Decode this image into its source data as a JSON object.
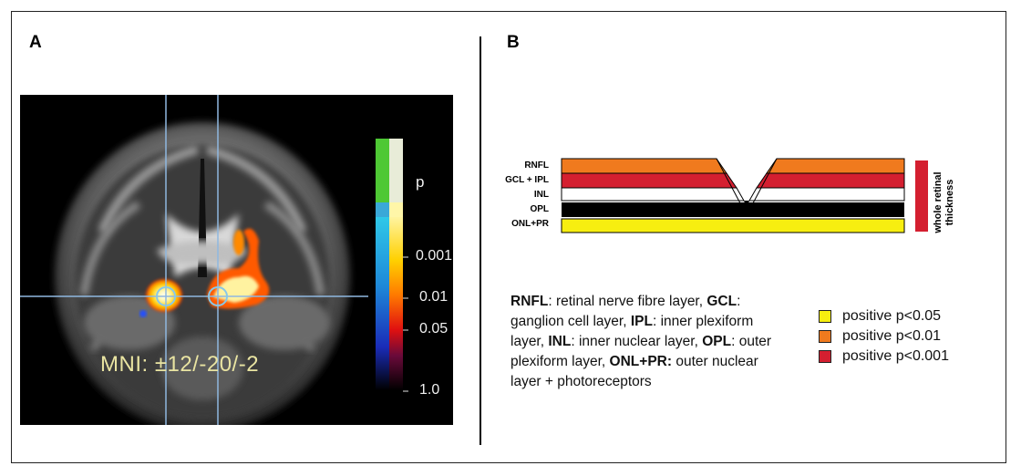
{
  "panel_a": {
    "label": "A",
    "mni_text": "MNI: ±12/-20/-2",
    "colorbar": {
      "p_label": "p",
      "ticks": [
        "0.001",
        "0.01",
        "0.05",
        "1.0"
      ]
    }
  },
  "panel_b": {
    "label": "B",
    "layers": [
      {
        "name": "RNFL",
        "color": "#f07a1e"
      },
      {
        "name": "GCL + IPL",
        "color": "#d41f30"
      },
      {
        "name": "INL",
        "color": "#ffffff"
      },
      {
        "name": "OPL",
        "color": "#000000"
      },
      {
        "name": "ONL+PR",
        "color": "#f7ee10"
      }
    ],
    "whole_label_line1": "whole retinal",
    "whole_label_line2": "thickness",
    "whole_bar_color": "#d41f30",
    "definitions": [
      {
        "term": "RNFL",
        "text": ": retinal nerve fibre layer, "
      },
      {
        "term": "GCL",
        "text": ": ganglion cell layer, "
      },
      {
        "term": "IPL",
        "text": ": inner plexiform layer, "
      },
      {
        "term": "INL",
        "text": ": inner nuclear layer, "
      },
      {
        "term": "OPL",
        "text": ": outer plexiform layer, "
      },
      {
        "term": "ONL+PR:",
        "text": " outer nuclear layer + photoreceptors"
      }
    ],
    "legend": [
      {
        "label": "positive p<0.05",
        "color": "#f7ee10"
      },
      {
        "label": "positive p<0.01",
        "color": "#f07a1e"
      },
      {
        "label": "positive p<0.001",
        "color": "#d41f30"
      }
    ]
  }
}
